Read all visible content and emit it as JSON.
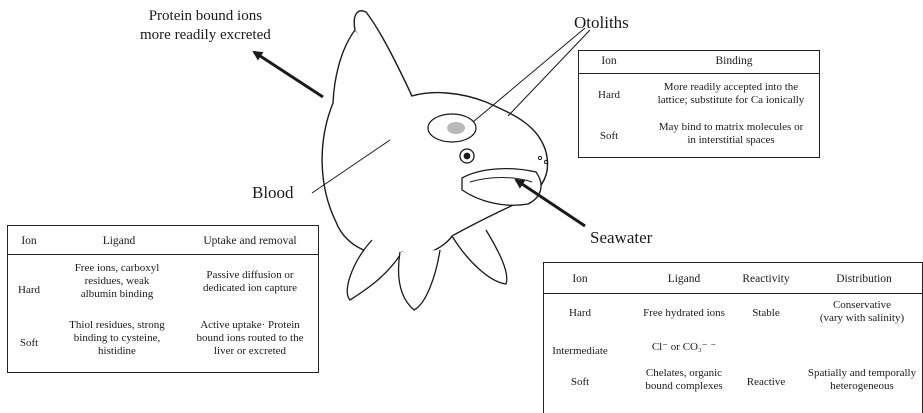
{
  "labels": {
    "protein": [
      "Protein bound ions",
      "more readily excreted"
    ],
    "otoliths": "Otoliths",
    "blood": "Blood",
    "seawater": "Seawater"
  },
  "otolith_table": {
    "headers": [
      "Ion",
      "Binding"
    ],
    "rows": [
      {
        "ion": "Hard",
        "binding": [
          "More readily accepted into the",
          "lattice; substitute for Ca ionically"
        ]
      },
      {
        "ion": "Soft",
        "binding": [
          "May bind to matrix molecules or",
          "in interstitial spaces"
        ]
      }
    ]
  },
  "blood_table": {
    "headers": [
      "Ion",
      "Ligand",
      "Uptake and removal"
    ],
    "rows": [
      {
        "ion": "Hard",
        "ligand": [
          "Free ions, carboxyl",
          "residues, weak",
          "albumin binding"
        ],
        "uptake": [
          "Passive diffusion or",
          "dedicated ion capture"
        ]
      },
      {
        "ion": "Soft",
        "ligand": [
          "Thiol residues, strong",
          "binding to cysteine,",
          "histidine"
        ],
        "uptake": [
          "Active uptake· Protein",
          "bound ions routed to the",
          "liver or excreted"
        ]
      }
    ]
  },
  "seawater_table": {
    "headers": [
      "Ion",
      "Ligand",
      "Reactivity",
      "Distribution"
    ],
    "rows": [
      {
        "ion": "Hard",
        "ligand": [
          "Free hydrated ions"
        ],
        "reactivity": "Stable",
        "distribution": [
          "Conservative",
          "(vary with salinity)"
        ]
      },
      {
        "ion": "Intermediate",
        "ligand": [
          "Cl⁻ or CO₃⁻ ⁻"
        ],
        "reactivity": "",
        "distribution": []
      },
      {
        "ion": "Soft",
        "ligand": [
          "Chelates, organic",
          "bound complexes"
        ],
        "reactivity": "Reactive",
        "distribution": [
          "Spatially and temporally",
          "heterogeneous"
        ]
      }
    ]
  }
}
